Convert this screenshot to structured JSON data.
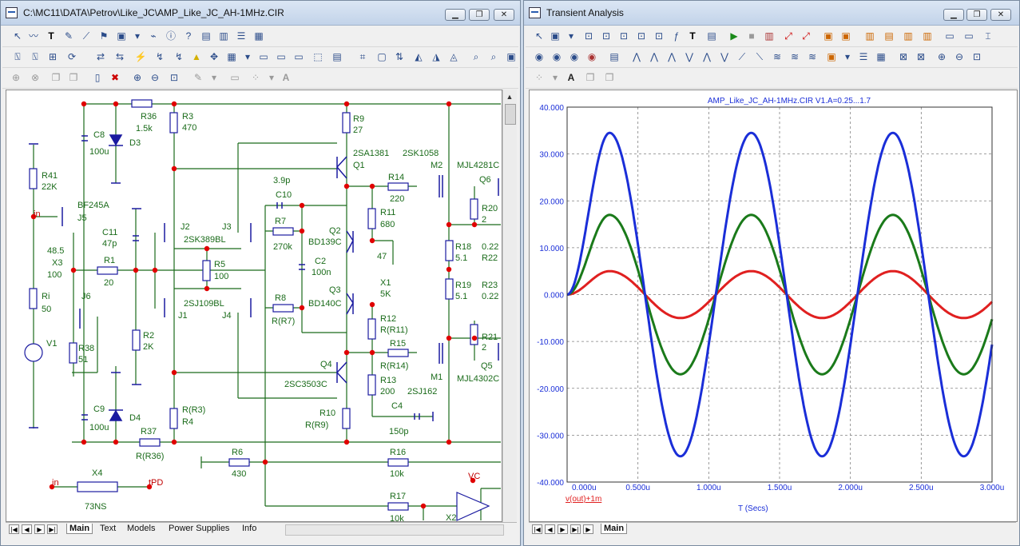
{
  "schematic_window": {
    "title": "C:\\MC11\\DATA\\Petrov\\Like_JC\\AMP_Like_JC_AH-1MHz.CIR",
    "tabs": [
      "Main",
      "Text",
      "Models",
      "Power Supplies",
      "Info"
    ],
    "active_tab": "Main",
    "labels": {
      "r36": "R36",
      "r36v": "1.5k",
      "c8": "C8",
      "c8v": "100u",
      "d3": "D3",
      "r3": "R3",
      "r3v": "470",
      "r9": "R9",
      "r9v": "27",
      "q1t": "2SA1381",
      "q1": "Q1",
      "m2t": "2SK1058",
      "m2": "M2",
      "q6t": "MJL4281C",
      "q6": "Q6",
      "r41": "R41",
      "r41v": "22K",
      "in1": "in",
      "j5t": "BF245A",
      "j5": "J5",
      "c10v": "3.9p",
      "c10": "C10",
      "r14": "R14",
      "r14v": "220",
      "r20": "R20",
      "r20v": "2",
      "c11": "C11",
      "c11v": "47p",
      "j2": "J2",
      "j3": "J3",
      "j2t": "2SK389BL",
      "r7": "R7",
      "r7v": "270k",
      "q2": "Q2",
      "q2t": "BD139C",
      "r11": "R11",
      "r11v": "680",
      "x3v": "48.5",
      "x3": "X3",
      "x3pct": "100",
      "r1": "R1",
      "r1v": "20",
      "r18": "R18",
      "r18v": "5.1",
      "r22v": "0.22",
      "r22": "R22",
      "c2": "C2",
      "c2v": "100n",
      "x1pct": "47",
      "r5": "R5",
      "r5v": "100",
      "ri": "Ri",
      "riv": "50",
      "j6": "J6",
      "x1": "X1",
      "x1v": "5K",
      "r19": "R19",
      "r19v": "5.1",
      "r23": "R23",
      "r23v": "0.22",
      "j1t": "2SJ109BL",
      "j1": "J1",
      "j4": "J4",
      "r8": "R8",
      "r8v": "R(R7)",
      "q3": "Q3",
      "q3t": "BD140C",
      "v1": "V1",
      "r38": "R38",
      "r38v": "51",
      "r2": "R2",
      "r2v": "2K",
      "r12": "R12",
      "r12v": "R(R11)",
      "r21": "R21",
      "r21v": "2",
      "r15": "R15",
      "r15v": "R(R14)",
      "q4": "Q4",
      "q4t": "2SC3503C",
      "r13": "R13",
      "r13v": "200",
      "m1t": "2SJ162",
      "m1": "M1",
      "q5": "Q5",
      "q5t": "MJL4302C",
      "c9": "C9",
      "c9v": "100u",
      "d4": "D4",
      "r4": "R(R3)",
      "r4n": "R4",
      "r10": "R10",
      "r10v": "R(R9)",
      "c4": "C4",
      "c4v": "150p",
      "r37": "R37",
      "r37v": "R(R36)",
      "r6": "R6",
      "r6v": "430",
      "r16": "R16",
      "r16v": "10k",
      "x4": "X4",
      "in2": "in",
      "tpd": "tPD",
      "x4v": "73NS",
      "r17": "R17",
      "r17v": "10k",
      "vc": "VC",
      "x2": "X2"
    }
  },
  "analysis_window": {
    "title": "Transient Analysis",
    "tabs": [
      "Main"
    ],
    "active_tab": "Main"
  },
  "chart_data": {
    "type": "line",
    "title": "AMP_Like_JC_AH-1MHz.CIR V1.A=0.25...1.7",
    "xlabel": "T (Secs)",
    "ylabel": "",
    "trace_label": "v(out)+1m",
    "xlim": [
      0,
      3.0
    ],
    "ylim": [
      -40,
      40
    ],
    "x_ticks": [
      "0.000u",
      "0.500u",
      "1.000u",
      "1.500u",
      "2.000u",
      "2.500u",
      "3.000u"
    ],
    "y_ticks": [
      "40.000",
      "30.000",
      "20.000",
      "10.000",
      "0.000",
      "-10.000",
      "-20.000",
      "-30.000",
      "-40.000"
    ],
    "grid": true,
    "frequency_mhz": 1.0,
    "series": [
      {
        "amplitude": 5.0,
        "color": "#e02020"
      },
      {
        "amplitude": 17.0,
        "color": "#1a7a1a"
      },
      {
        "amplitude": 34.5,
        "color": "#1a2ed8"
      }
    ]
  },
  "colors": {
    "wire": "#1a6b1a",
    "node": "#e00000",
    "component": "#1a1aa0",
    "label": "#1a6b1a",
    "grid": "#808080",
    "title_link": "#1a2ed8"
  }
}
